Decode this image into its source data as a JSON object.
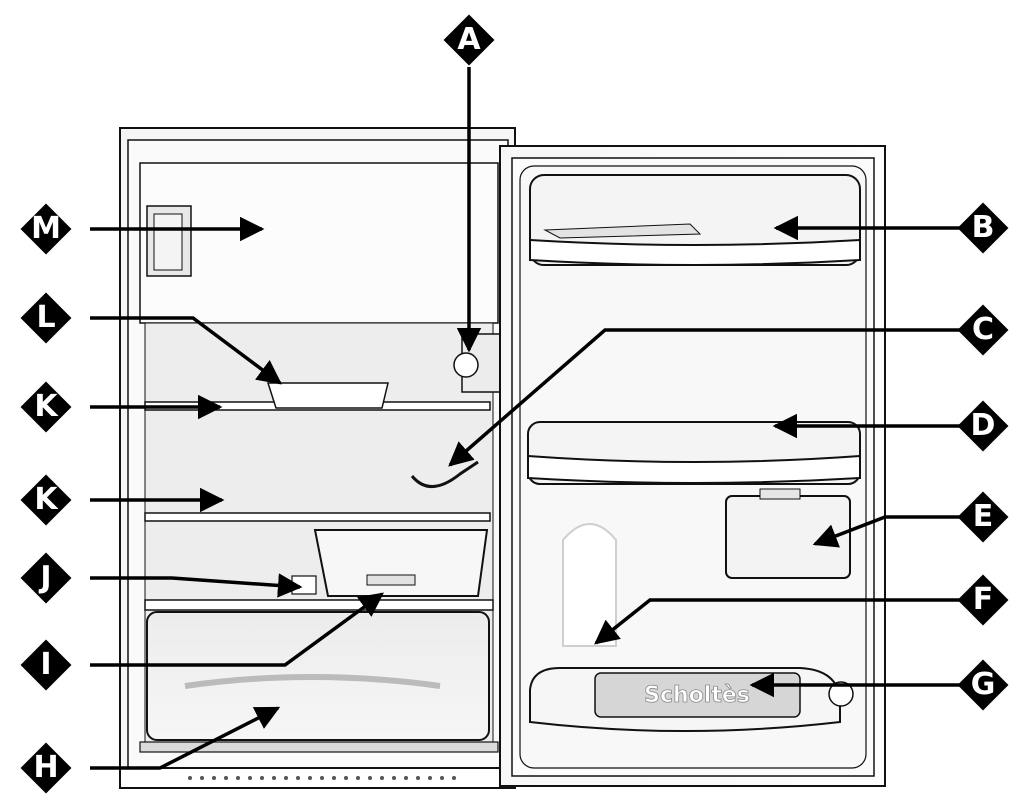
{
  "diagram": {
    "brand_label": "Scholtès",
    "callouts": [
      {
        "id": "A",
        "letter": "A"
      },
      {
        "id": "B",
        "letter": "B"
      },
      {
        "id": "C",
        "letter": "C"
      },
      {
        "id": "D",
        "letter": "D"
      },
      {
        "id": "E",
        "letter": "E"
      },
      {
        "id": "F",
        "letter": "F"
      },
      {
        "id": "G",
        "letter": "G"
      },
      {
        "id": "H",
        "letter": "H"
      },
      {
        "id": "I",
        "letter": "I"
      },
      {
        "id": "J",
        "letter": "J"
      },
      {
        "id": "K1",
        "letter": "K"
      },
      {
        "id": "K2",
        "letter": "K"
      },
      {
        "id": "L",
        "letter": "L"
      },
      {
        "id": "M",
        "letter": "M"
      }
    ]
  }
}
